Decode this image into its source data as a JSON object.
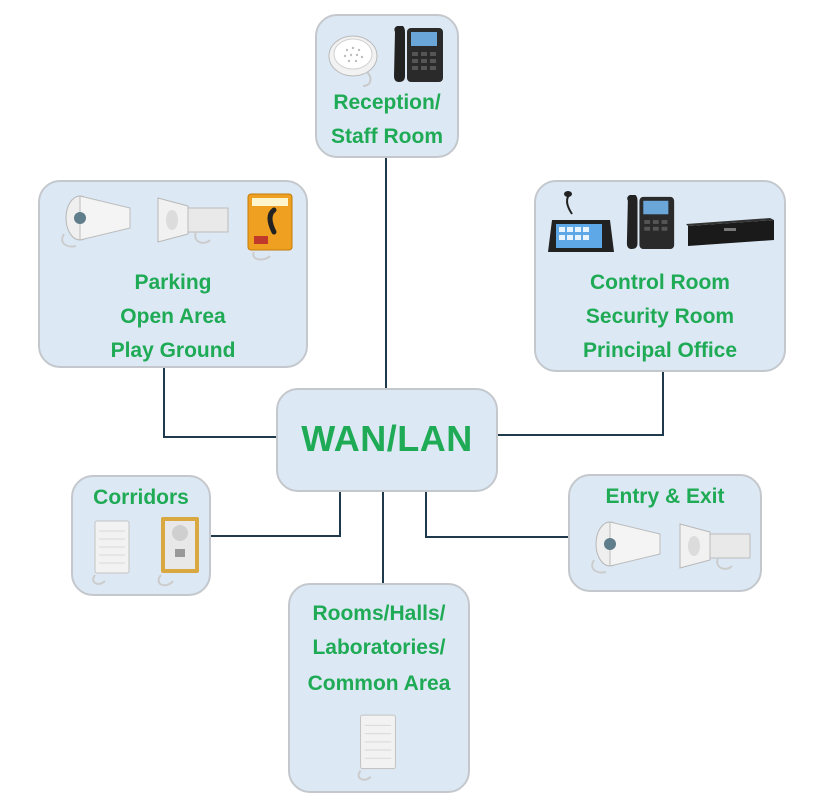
{
  "hub": {
    "label": "WAN/LAN"
  },
  "nodes": {
    "reception": {
      "lines": [
        "Reception/",
        "Staff Room"
      ],
      "devices": [
        "ceiling-speaker-icon",
        "ip-phone-icon"
      ]
    },
    "parking": {
      "lines": [
        "Parking",
        "Open Area",
        "Play Ground"
      ],
      "devices": [
        "horn-speaker-icon",
        "horn-speaker-icon",
        "emergency-intercom-icon"
      ]
    },
    "control": {
      "lines": [
        "Control Room",
        "Security Room",
        "Principal Office"
      ],
      "devices": [
        "paging-console-icon",
        "ip-phone-icon",
        "amplifier-icon"
      ]
    },
    "corridors": {
      "lines": [
        "Corridors"
      ],
      "devices": [
        "wall-speaker-icon",
        "intercom-panel-icon"
      ]
    },
    "entry": {
      "lines": [
        "Entry & Exit"
      ],
      "devices": [
        "horn-speaker-icon",
        "horn-speaker-icon"
      ]
    },
    "rooms": {
      "lines": [
        "Rooms/Halls/",
        "Laboratories/",
        "Common Area"
      ],
      "devices": [
        "wall-speaker-icon"
      ]
    }
  },
  "colors": {
    "label_green": "#1faa55",
    "box_fill": "#dce9f5",
    "box_border": "#c4c8cc",
    "line": "#1f3a4d",
    "amplifier_black": "#1a1a1a",
    "intercom_orange": "#f0a020"
  }
}
